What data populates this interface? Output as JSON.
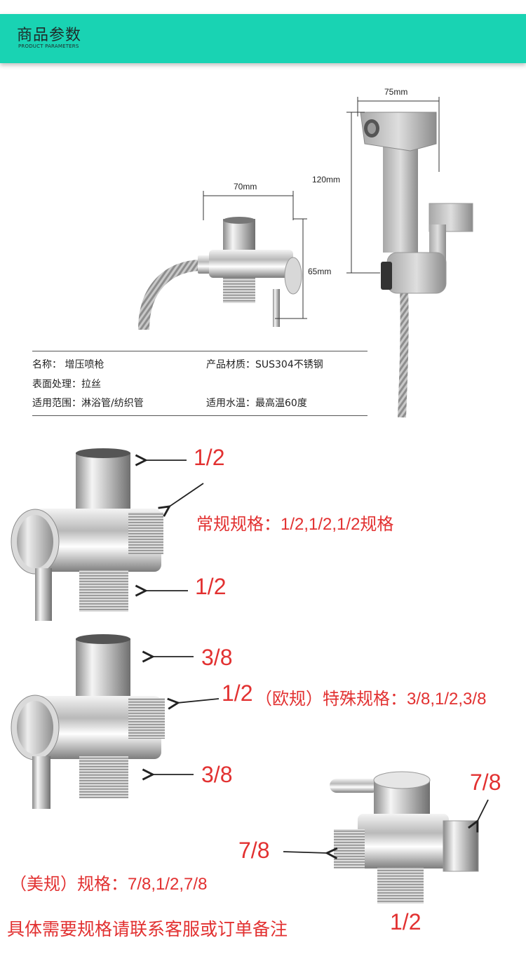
{
  "header": {
    "title": "商品参数",
    "subtitle": "PRODUCT PARAMETERS"
  },
  "dimensions": {
    "width_sprayer": "75mm",
    "height_sprayer": "120mm",
    "width_valve": "70mm",
    "height_valve": "65mm"
  },
  "params": {
    "name": "名称：  增压喷枪",
    "material": "产品材质：SUS304不锈钢",
    "surface": "表面处理：拉丝",
    "range": "适用范围：淋浴管/纺织管",
    "temperature": "适用水温：最高温60度"
  },
  "spec1": {
    "top": "1/2",
    "bottom": "1/2",
    "label": "常规规格：1/2,1/2,1/2规格"
  },
  "spec2": {
    "top": "3/8",
    "side_size": "1/2",
    "label": "（欧规）特殊规格：3/8,1/2,3/8",
    "bottom": "3/8"
  },
  "spec3": {
    "right": "7/8",
    "left": "7/8",
    "label": "（美规）规格：7/8,1/2,7/8",
    "bottom": "1/2"
  },
  "footer_note": "具体需要规格请联系客服或订单备注",
  "colors": {
    "header_bg": "#19d3b3",
    "accent_red": "#e23131"
  }
}
